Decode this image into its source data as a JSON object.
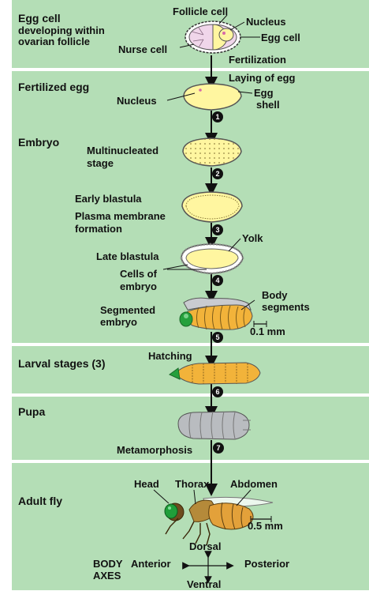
{
  "panels": {
    "egg_cell": {
      "title": "Egg cell",
      "subtitle_1": "developing within",
      "subtitle_2": "ovarian follicle",
      "follicle_cell": "Follicle cell",
      "nucleus": "Nucleus",
      "egg_cell": "Egg cell",
      "nurse_cell": "Nurse cell",
      "fertilization": "Fertilization"
    },
    "fertilized_egg": {
      "title": "Fertilized egg",
      "laying": "Laying of egg",
      "nucleus": "Nucleus",
      "egg_shell_1": "Egg",
      "egg_shell_2": "shell"
    },
    "embryo": {
      "title": "Embryo",
      "multi_1": "Multinucleated",
      "multi_2": "stage",
      "early_blastula": "Early blastula",
      "plasma_1": "Plasma membrane",
      "plasma_2": "formation",
      "yolk": "Yolk",
      "late_blastula": "Late blastula",
      "cells_1": "Cells of",
      "cells_2": "embryo",
      "seg_1": "Segmented",
      "seg_2": "embryo",
      "body_seg_1": "Body",
      "body_seg_2": "segments",
      "scale": "0.1 mm"
    },
    "larval": {
      "title": "Larval stages (3)",
      "hatching": "Hatching"
    },
    "pupa": {
      "title": "Pupa",
      "metamorphosis": "Metamorphosis"
    },
    "adult": {
      "title": "Adult fly",
      "head": "Head",
      "thorax": "Thorax",
      "abdomen": "Abdomen",
      "scale": "0.5 mm",
      "dorsal": "Dorsal",
      "body_1": "BODY",
      "body_2": "AXES",
      "anterior": "Anterior",
      "posterior": "Posterior",
      "ventral": "Ventral"
    }
  },
  "steps": [
    "1",
    "2",
    "3",
    "4",
    "5",
    "6",
    "7"
  ],
  "colors": {
    "panel_green": "#b4deb6",
    "egg_yellow": "#fff6a0",
    "larva_orange": "#f2b33a",
    "pupa_gray": "#b9bcc0",
    "embryo_green": "#25a03c"
  }
}
